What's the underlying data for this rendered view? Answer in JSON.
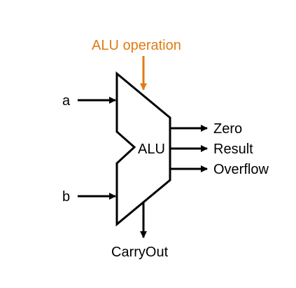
{
  "diagram": {
    "control_label": "ALU operation",
    "unit_label": "ALU",
    "inputs": {
      "a": "a",
      "b": "b"
    },
    "outputs": {
      "zero": "Zero",
      "result": "Result",
      "overflow": "Overflow",
      "carry_out": "CarryOut"
    }
  },
  "colors": {
    "control": "#e07b14",
    "ink": "#000000",
    "background": "#ffffff"
  }
}
